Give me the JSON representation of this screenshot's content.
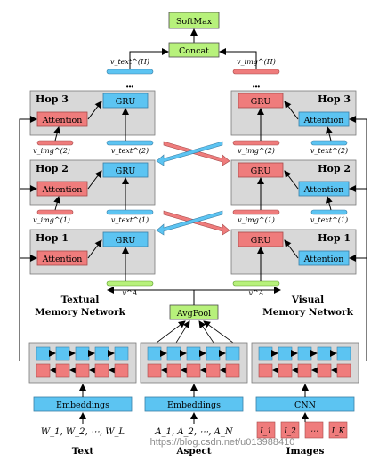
{
  "top": {
    "softmax": "SoftMax",
    "concat": "Concat",
    "dots": "•••"
  },
  "vectors": {
    "top_text": "v_text^(H)",
    "top_img": "v_img^(H)",
    "text_small": "v_img^(2)",
    "text_big": "v_text^(2)",
    "img_small": "v_img^(2)",
    "img_big": "v_text^(2)",
    "text_small_1": "v_img^(1)",
    "text_big_1": "v_text^(1)",
    "img_small_1": "v_img^(1)",
    "img_big_1": "v_text^(1)",
    "va_left": "v^A",
    "va_right": "v^A"
  },
  "hops": {
    "h3": "Hop 3",
    "h2": "Hop 2",
    "h1": "Hop 1",
    "gru": "GRU",
    "attention": "Attention"
  },
  "networks": {
    "textual_line1": "Textual",
    "textual_line2": "Memory Network",
    "visual_line1": "Visual",
    "visual_line2": "Memory Network"
  },
  "center": {
    "avgpool": "AvgPool"
  },
  "encoders": {
    "embeddings_left": "Embeddings",
    "embeddings_mid": "Embeddings",
    "cnn": "CNN"
  },
  "inputs": {
    "text_seq": "W_1, W_2, ⋯, W_L",
    "aspect_seq": "A_1, A_2, ⋯, A_N",
    "images": [
      "I_1",
      "I_2",
      "⋯",
      "I_K"
    ]
  },
  "bottom_labels": {
    "text": "Text",
    "aspect": "Aspect",
    "images": "Images"
  },
  "watermark": "https://blog.csdn.net/u013988410",
  "colors": {
    "green": "#b7f17b",
    "blue": "#5cc4f2",
    "red": "#ef7c7c",
    "gray_panel": "#d8d8d8",
    "gray_border": "#7a7a7a"
  }
}
